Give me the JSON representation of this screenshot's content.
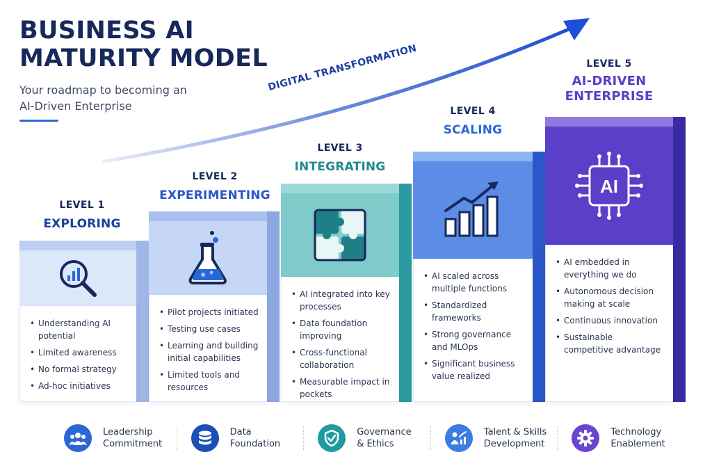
{
  "header": {
    "title_line1": "BUSINESS AI",
    "title_line2": "MATURITY MODEL",
    "subtitle_line1": "Your roadmap to becoming an",
    "subtitle_line2": "AI-Driven Enterprise"
  },
  "trend": {
    "label": "DIGITAL TRANSFORMATION"
  },
  "levels": [
    {
      "level": "LEVEL 1",
      "name": "EXPLORING",
      "icon": "magnifier-chart-icon",
      "color": "#1d3f9e",
      "items": [
        "Understanding AI potential",
        "Limited awareness",
        "No formal strategy",
        "Ad-hoc initiatives"
      ]
    },
    {
      "level": "LEVEL 2",
      "name": "EXPERIMENTING",
      "icon": "flask-icon",
      "color": "#2a58c9",
      "items": [
        "Pilot projects initiated",
        "Testing use cases",
        "Learning and building initial capabilities",
        "Limited tools and resources"
      ]
    },
    {
      "level": "LEVEL 3",
      "name": "INTEGRATING",
      "icon": "puzzle-icon",
      "color": "#1f8a8f",
      "items": [
        "AI integrated into key processes",
        "Data foundation improving",
        "Cross-functional collaboration",
        "Measurable impact in pockets"
      ]
    },
    {
      "level": "LEVEL 4",
      "name": "SCALING",
      "icon": "growth-chart-icon",
      "color": "#2a67d6",
      "items": [
        "AI scaled across multiple functions",
        "Standardized frameworks",
        "Strong governance and MLOps",
        "Significant business value realized"
      ]
    },
    {
      "level": "LEVEL 5",
      "name": "AI-DRIVEN ENTERPRISE",
      "icon": "ai-chip-icon",
      "color": "#5a3fc8",
      "icon_text": "AI",
      "items": [
        "AI embedded in everything we do",
        "Autonomous decision making at scale",
        "Continuous innovation",
        "Sustainable competitive advantage"
      ]
    }
  ],
  "pillars": [
    {
      "label": "Leadership\nCommitment",
      "icon": "team-icon",
      "color": "#2a67d6"
    },
    {
      "label": "Data\nFoundation",
      "icon": "database-icon",
      "color": "#1d4fb8"
    },
    {
      "label": "Governance\n& Ethics",
      "icon": "shield-check-icon",
      "color": "#1f9aa0"
    },
    {
      "label": "Talent & Skills\nDevelopment",
      "icon": "person-chart-icon",
      "color": "#3c7be0"
    },
    {
      "label": "Technology\nEnablement",
      "icon": "gear-icon",
      "color": "#6a45d0"
    }
  ]
}
